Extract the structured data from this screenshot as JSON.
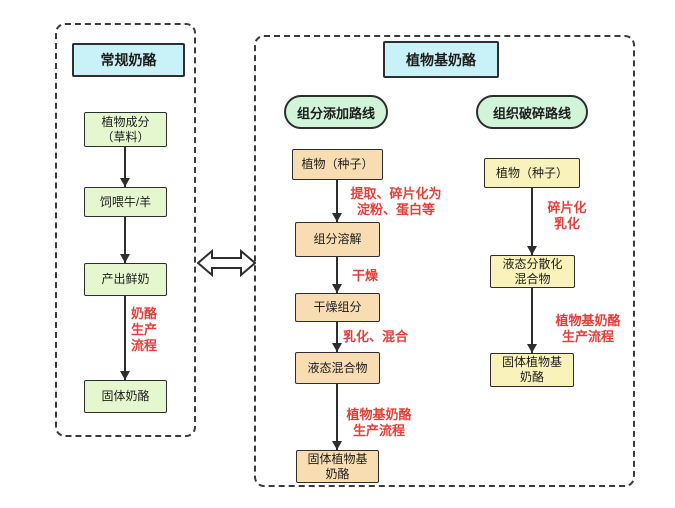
{
  "left_panel": {
    "title": "常规奶酪",
    "nodes": [
      "植物成分\n（草料）",
      "饲喂牛/羊",
      "产出鲜奶",
      "固体奶酪"
    ],
    "edge_label": "奶酪\n生产\n流程"
  },
  "right_panel": {
    "title": "植物基奶酪",
    "route_addition": {
      "pill": "组分添加路线",
      "nodes": [
        "植物（种子）",
        "组分溶解",
        "干燥组分",
        "液态混合物",
        "固体植物基\n奶酪"
      ],
      "edge_labels": [
        "提取、碎片化为\n淀粉、蛋白等",
        "干燥",
        "乳化、混合",
        "植物基奶酪\n生产流程"
      ]
    },
    "route_disruption": {
      "pill": "组织破碎路线",
      "nodes": [
        "植物（种子）",
        "液态分散化\n混合物",
        "固体植物基\n奶酪"
      ],
      "edge_labels": [
        "碎片化\n乳化",
        "植物基奶酪\n生产流程"
      ]
    }
  },
  "colors": {
    "title_fill": "#c9f2f8",
    "conventional_node_fill": "#e4f7cf",
    "route_pill_fill": "#d2f5da",
    "addition_node_fill": "#f8dcb2",
    "disruption_node_fill": "#f9f2ba",
    "edge_label_text": "#e63f3a",
    "line_color": "#2e2e2e"
  }
}
